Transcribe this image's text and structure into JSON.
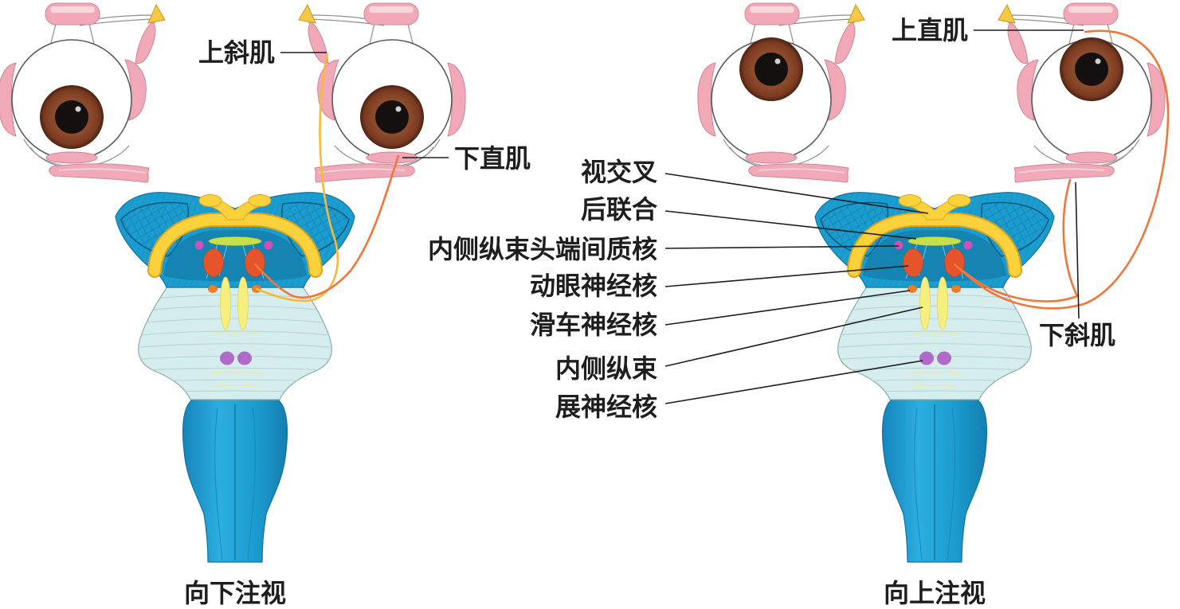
{
  "labels": {
    "superior_oblique": "上斜肌",
    "inferior_rectus": "下直肌",
    "superior_rectus": "上直肌",
    "optic_chiasm": "视交叉",
    "posterior_commissure": "后联合",
    "rimlf": "内侧纵束头端间质核",
    "oculomotor_nucleus": "动眼神经核",
    "trochlear_nucleus": "滑车神经核",
    "mlf": "内侧纵束",
    "abducens_nucleus": "展神经核",
    "inferior_oblique": "下斜肌"
  },
  "captions": {
    "down_gaze": "向下注视",
    "up_gaze": "向上注视"
  },
  "colors": {
    "muscle": "#f2a9b7",
    "iris": "#7c3b21",
    "pupil": "#141010",
    "trochlea": "#f5c946",
    "brainstem": "#1b9dcf",
    "pons": "#d5eded",
    "commissure": "#fcd23c",
    "green_band": "#c7df49",
    "oculomotor_nucleus": "#e6542b",
    "rimlf": "#cf50ba",
    "trochlear_nucleus": "#ef7e23",
    "mlf": "#f4ef7e",
    "abducens_nucleus": "#b06bc9",
    "nerve_orange": "#f0773b",
    "nerve_yellow": "#f6b93c"
  }
}
